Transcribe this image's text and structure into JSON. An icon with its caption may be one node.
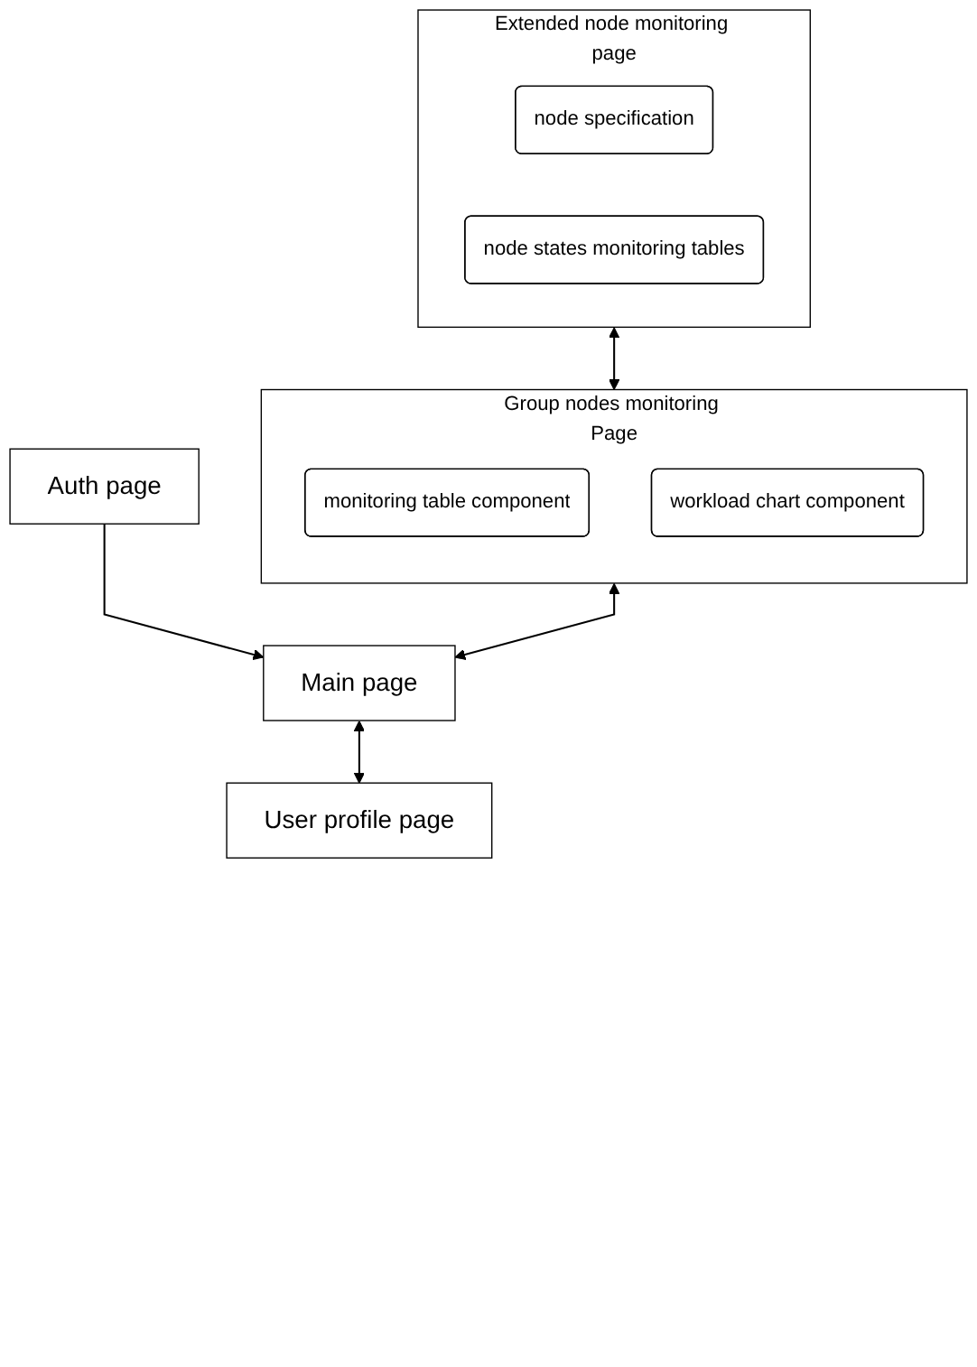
{
  "diagram": {
    "nodes": [
      {
        "text": [
          "Extended node monitoring page"
        ]
      },
      {
        "text": [
          "node specification"
        ],
        "in": 0
      },
      {
        "text": [
          "node states monitoring tables"
        ],
        "in": 0
      },
      {
        "text": [
          "Group nodes monitoring Page"
        ]
      },
      {
        "text": [
          "monitoring table component"
        ],
        "in": 3
      },
      {
        "text": [
          "workload chart component"
        ],
        "in": 3
      },
      {
        "text": [
          "Main page"
        ]
      },
      {
        "text": [
          "User profile page"
        ]
      },
      {
        "text": [
          "Auth page"
        ]
      }
    ],
    "edges": [
      {
        "from": 0,
        "to": 3,
        "arrow": "both"
      },
      {
        "from": 3,
        "to": 6,
        "arrow": "both"
      },
      {
        "from": 6,
        "to": 7,
        "arrow": "both"
      },
      {
        "from": 8,
        "to": 6,
        "arrow": "to"
      }
    ]
  }
}
